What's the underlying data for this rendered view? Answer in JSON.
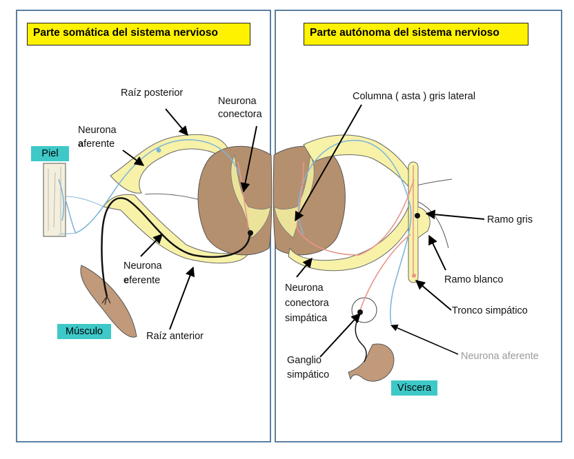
{
  "titles": {
    "left": "Parte somática del sistema nervioso",
    "right": "Parte autónoma del sistema nervioso"
  },
  "labels": {
    "raiz_posterior": "Raíz posterior",
    "neurona_conectora_1": "Neurona",
    "neurona_conectora_2": "conectora",
    "neurona_aferente_l1": "Neurona",
    "neurona_aferente_l2_bold": "a",
    "neurona_aferente_l2_rest": "ferente",
    "piel": "Piel",
    "neurona_eferente_l1": "Neurona",
    "neurona_eferente_l2_bold": "e",
    "neurona_eferente_l2_rest": "ferente",
    "musculo": "Músculo",
    "raiz_anterior": "Raíz anterior",
    "columna": "Columna (  asta )  gris lateral",
    "ramo_gris": "Ramo gris",
    "ramo_blanco": "Ramo blanco",
    "tronco_simpatico": "Tronco simpático",
    "neurona_conectora_simpatica_1": "Neurona",
    "neurona_conectora_simpatica_2": "conectora",
    "neurona_conectora_simpatica_3": "simpática",
    "ganglio_1": "Ganglio",
    "ganglio_2": "simpático",
    "neurona_aferente_right": "Neurona aferente",
    "viscera": "Víscera"
  },
  "colors": {
    "border": "#5a7fa0",
    "title_bg": "#fff200",
    "label_bg": "#3ec8c8",
    "cord": "#b5906e",
    "nerve": "#f7f2a8",
    "afferent": "#7fb6d8",
    "efferent": "#e8968a"
  }
}
